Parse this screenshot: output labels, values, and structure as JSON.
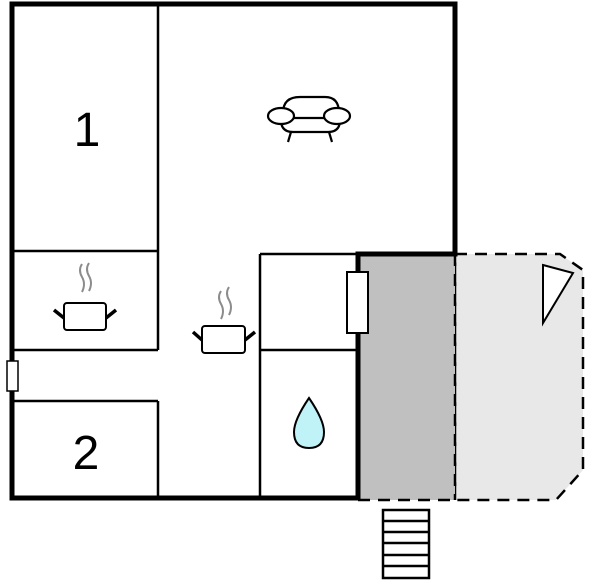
{
  "floor_plan": {
    "rooms": [
      {
        "id": "bedroom-1",
        "label": "1"
      },
      {
        "id": "bedroom-2",
        "label": "2"
      }
    ],
    "icons": {
      "living": "sofa-icon",
      "kitchen_1": "cooking-pot-icon",
      "kitchen_2": "cooking-pot-icon",
      "bathroom": "water-drop-icon",
      "terrace_view": "triangle-icon",
      "stairs": "stairs-icon"
    },
    "colors": {
      "wall": "#000000",
      "covered_terrace": "#c0c0c0",
      "open_terrace": "#e8e8e8",
      "water_drop": "#bff3f7",
      "steam": "#8c8c8c"
    }
  }
}
